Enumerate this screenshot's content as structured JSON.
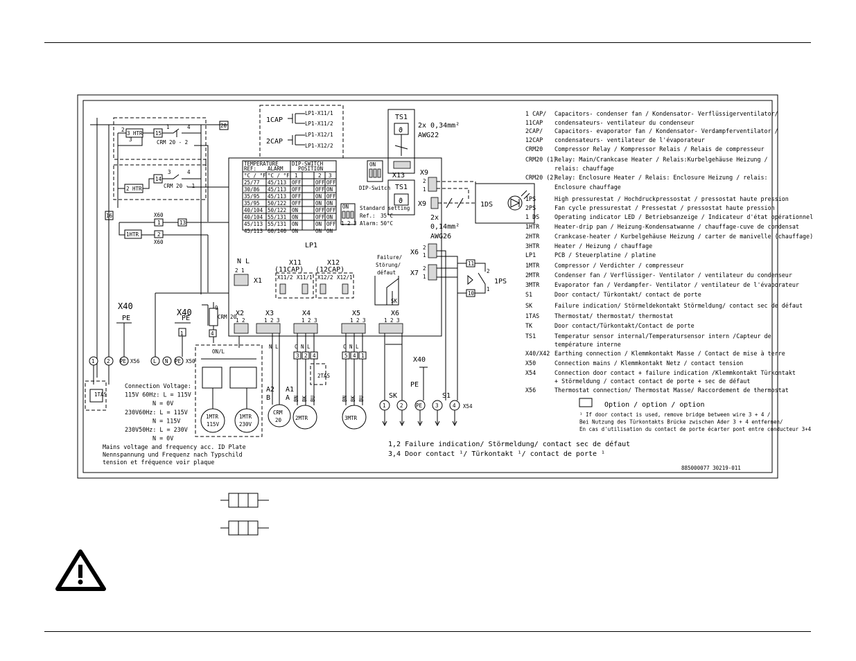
{
  "sections": {
    "capacitors": {
      "title_1": "1CAP",
      "title_2": "2CAP",
      "lines": [
        "LP1-X11/1",
        "LP1-X11/2",
        "LP1-X12/1",
        "LP1-X12/2"
      ]
    },
    "relays": {
      "r1": "CRM 20 - 2",
      "r2": "CRM 20 - 1",
      "h1": "3 HTR",
      "h2": "2 HTR",
      "h3": "1HTR",
      "n15": "15",
      "n20": "20",
      "n14": "14",
      "n16": "16",
      "n13": "13",
      "n2": "2",
      "n1": "1",
      "pin2": "2",
      "pin1": "1",
      "pin3": "3",
      "pin4": "4",
      "x60a": "X60",
      "x60b": "X60",
      "p3": "3"
    },
    "ts1": {
      "label": "TS1",
      "label2": "TS1",
      "x13": "X13",
      "cable1": "2x 0,34mm²",
      "awg1": "AWG22",
      "cable2": "2x",
      "cable2b": "0,14mm²",
      "awg2": "AWG26",
      "ids": "1DS",
      "x9": "X9",
      "x9b": "X9",
      "p2": "2",
      "p1": "1"
    },
    "pcb": {
      "label": "LP1",
      "dip_on": "ON",
      "dip_switch": "DIP-Switch",
      "table_headers": [
        "TEMPERATURE",
        "DIP-SWITCH",
        "REF:",
        "ALARM",
        "POSITION",
        "°C / °F",
        "°C / °F",
        "1",
        "2",
        "3"
      ],
      "table_rows": [
        [
          "25/77",
          "45/113",
          "OFF",
          "OFF",
          "OFF"
        ],
        [
          "30/86",
          "45/113",
          "OFF",
          "OFF",
          "ON"
        ],
        [
          "35/95",
          "45/113",
          "OFF",
          "ON",
          "OFF"
        ],
        [
          "35/95",
          "50/122",
          "OFF",
          "ON",
          "ON"
        ],
        [
          "40/104",
          "50/122",
          "ON",
          "OFF",
          "OFF"
        ],
        [
          "40/104",
          "55/131",
          "ON",
          "OFF",
          "ON"
        ],
        [
          "45/113",
          "55/131",
          "ON",
          "ON",
          "OFF"
        ],
        [
          "45/113",
          "60/140",
          "ON",
          "ON",
          "ON"
        ]
      ],
      "std_on": "ON",
      "std_123": "1 2 3",
      "standard": "Standard setting",
      "ref": "Ref.:",
      "ref_val": "35°C",
      "alarm": "Alarm:",
      "alarm_val": "50°C",
      "failure": [
        "Failure/",
        "Störung/",
        "défaut"
      ],
      "sk": "SK",
      "x1": "X1",
      "x1_nl": "N  L",
      "x1_21": "2  1",
      "x11": "X11",
      "x11cap": "(11CAP)",
      "x12": "X12",
      "x12cap": "(12CAP)",
      "x11p": [
        "X11/2",
        "X11/1"
      ],
      "x12p": [
        "X12/2",
        "X12/1"
      ],
      "x6top": "X6",
      "x7": "X7",
      "ips": "1PS",
      "n11": "11",
      "n10": "10",
      "c_x2": "X2",
      "c_x3": "X3",
      "c_x4": "X4",
      "c_x5": "X5",
      "c_x6": "X6",
      "n_x2": "1  2",
      "n_x3": "1  2  3",
      "n_x4": "1  2  3",
      "n_x5": "1  2  3",
      "n_x6": "1  2  3"
    },
    "bottom": {
      "x40a": "X40",
      "pea": "PE",
      "x40b": "X40",
      "peb": "PE",
      "x40c": "X40",
      "pec": "PE",
      "t1": "1",
      "t2": "2",
      "tpe": "PE",
      "x56": "X56",
      "tl": "L",
      "tn": "N",
      "tpe2": "PE",
      "x50": "X50",
      "w9": "9",
      "crm20c": "CRM 20",
      "w4": "4",
      "ona": "ON/L",
      "mtr1": [
        "1MTR",
        "115V"
      ],
      "mtr2": [
        "1MTR",
        "230V"
      ],
      "a2": "A2",
      "b": "B",
      "a1": "A1",
      "a": "A",
      "crm": [
        "CRM",
        "20"
      ],
      "mtr2b": "2MTR",
      "mtr3": "3MTR",
      "n_l": "N  L",
      "cnl4": "C  N  L",
      "cnl5": "C  N  L",
      "bn": "BN",
      "bk": "BK",
      "bu": "BU",
      "tas": "1TAS",
      "tas2": "2TAS",
      "n3": "3",
      "n2b": "2",
      "n4": "4",
      "n5": "5",
      "n4b": "4",
      "n1b": "1",
      "sk_lbl": "SK",
      "s1": "S1",
      "tt1": "1",
      "tt2": "2",
      "tpe3": "PE",
      "tt3": "3",
      "tt4": "4",
      "x54": "X54"
    },
    "voltage_notes": [
      "Connection Voltage:",
      "115V 60Hz: L = 115V",
      "N =  0V",
      "230V60Hz: L = 115V",
      "N = 115V",
      "230V50Hz: L = 230V",
      "N =  0V"
    ],
    "mains_notes": [
      "Mains voltage and frequency acc. ID Plate",
      "Nennspannung und Frequenz nach Typschild",
      "tension et fréquence voir plaque"
    ],
    "contact_notes": [
      "1,2  Failure indication/ Störmeldung/ contact sec de défaut",
      "3,4  Door contact ¹/ Türkontakt ¹/ contact de porte ¹"
    ],
    "part_number": "885000077  30219-011",
    "option": "Option  /  option  /  option",
    "footnote": [
      "¹ If door contact is used, remove bridge between wire 3 + 4 /",
      "Bei Nutzung des Türkontakts Brücke zwischen Ader 3 + 4 entfernen/",
      "En cas d'utilisation du contact de porte écarter pont entre conducteur 3+4"
    ],
    "legend": [
      {
        "code": "1 CAP/",
        "text": "Capacitors- condenser fan / Kondensator- Verflüssigerventilator/"
      },
      {
        "code": "11CAP",
        "text": "condensateurs- ventilateur du condenseur"
      },
      {
        "code": "2CAP/",
        "text": "Capacitors- evaporator fan / Kondensator- Verdampferventilator /"
      },
      {
        "code": "12CAP",
        "text": "condensateurs- ventilateur de l'évaporateur"
      },
      {
        "code": "CRM20",
        "text": "Compressor Relay / Kompressor Relais / Relais de compresseur"
      },
      {
        "code": "CRM20 (1)",
        "text": "Relay: Main/Crankcase Heater / Relais:Kurbelgehäuse Heizung  /"
      },
      {
        "code": "",
        "text": "relais: chauffage"
      },
      {
        "code": "CRM20 (2)",
        "text": "Relay: Enclosure Heater / Relais: Enclosure Heizung  / relais:"
      },
      {
        "code": "",
        "text": "Enclosure chauffage"
      },
      {
        "code": "1PS",
        "text": "High pressurestat / Hochdruckpressostat / pressostat haute pression"
      },
      {
        "code": "2PS",
        "text": "Fan cycle pressurestat / Pressestat / pressostat haute pression"
      },
      {
        "code": "1 DS",
        "text": "Operating indicator LED / Betriebsanzeige / Indicateur d'état opérationnel"
      },
      {
        "code": "1HTR",
        "text": "Heater-drip pan / Heizung-Kondensatwanne / chauffage-cuve de condensat"
      },
      {
        "code": "2HTR",
        "text": "Crankcase-heater / Kurbelgehäuse Heizung / carter de manivelle (chauffage)"
      },
      {
        "code": "3HTR",
        "text": "Heater / Heizung / chauffage"
      },
      {
        "code": "LP1",
        "text": "PCB / Steuerplatine / platine"
      },
      {
        "code": "1MTR",
        "text": "Compressor / Verdichter / compresseur"
      },
      {
        "code": "2MTR",
        "text": "Condenser fan / Verflüssiger- Ventilator / ventilateur du condenseur"
      },
      {
        "code": "3MTR",
        "text": "Evaporator fan / Verdampfer- Ventilator / ventilateur de l'évaporateur"
      },
      {
        "code": "S1",
        "text": "Door contact/ Türkontakt/ contact de porte"
      },
      {
        "code": "SK",
        "text": "Failure indication/ Störmeldekontakt Störmeldung/ contact sec de défaut"
      },
      {
        "code": "1TAS",
        "text": "Thermostat/ thermostat/ thermostat"
      },
      {
        "code": "TK",
        "text": "Door contact/Türkontakt/Contact de porte"
      },
      {
        "code": "TS1",
        "text": "Temperatur sensor internal/Temperatursensor intern /Capteur de"
      },
      {
        "code": "",
        "text": "température interne"
      },
      {
        "code": "X40/X42",
        "text": "Earthing connection / Klemmkontakt Masse / Contact de mise à terre"
      },
      {
        "code": "X50",
        "text": "Connection mains / Klemmkontakt Netz / contact tension"
      },
      {
        "code": "X54",
        "text": "Connection door contact + failure indication /Klemmkontakt Türkontakt"
      },
      {
        "code": "",
        "text": "+ Störmeldung /  contact contact de porte + sec de défaut"
      },
      {
        "code": "X56",
        "text": "Thermostat connection/ Thermostat Masse/ Raccordement de thermostat"
      }
    ]
  }
}
